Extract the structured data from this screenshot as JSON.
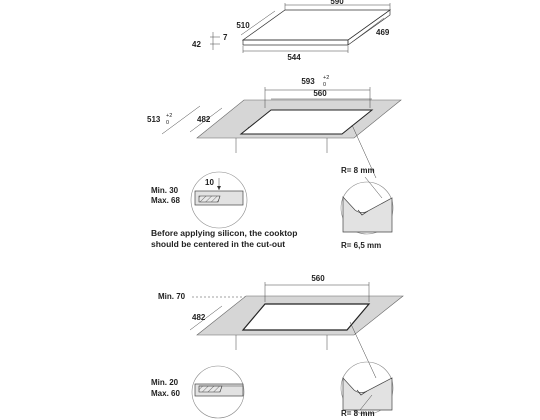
{
  "colors": {
    "line": "#333333",
    "counter": "#d6d6d6",
    "cutout": "#ffffff",
    "detail_fill": "#e2e2e2"
  },
  "top_view": {
    "width_top": "590",
    "depth_left": "510",
    "thickness_small": "7",
    "height_total": "42",
    "width_bottom": "544",
    "depth_right": "469"
  },
  "cutout_view": {
    "outer_width": "593",
    "outer_width_tol_plus": "+2",
    "outer_width_tol_minus": "0",
    "inner_width": "560",
    "outer_depth": "513",
    "outer_depth_tol_plus": "+2",
    "outer_depth_tol_minus": "0",
    "inner_depth": "482"
  },
  "detail_1": {
    "min_label": "Min. 30",
    "max_label": "Max. 68",
    "gap": "10",
    "radius_top": "R= 8 mm",
    "radius_bottom": "R= 6,5 mm"
  },
  "note": {
    "line1": "Before applying silicon, the cooktop",
    "line2": "should be centered in the cut-out"
  },
  "flush_view": {
    "min_label": "Min. 70",
    "inner_width": "560",
    "inner_depth": "482"
  },
  "detail_2": {
    "min_label": "Min. 20",
    "max_label": "Max. 60",
    "radius": "R= 8 mm"
  }
}
